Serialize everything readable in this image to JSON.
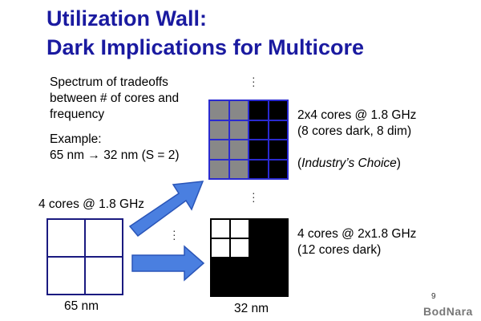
{
  "title": {
    "line1": "Utilization Wall:",
    "line2": "Dark Implications for Multicore"
  },
  "left": {
    "spectrum_lines": [
      "Spectrum of tradeoffs",
      "between # of cores and",
      "frequency"
    ],
    "example_lines": [
      "Example:",
      "65 nm → 32 nm (S = 2)"
    ],
    "baseline_label": "4 cores @ 1.8 GHz",
    "baseline_node": "65 nm"
  },
  "option_top": {
    "lines": [
      "2x4 cores @ 1.8 GHz",
      "(8 cores dark, 8 dim)"
    ],
    "choice_prefix": "(",
    "choice_italic": "Industry’s Choice",
    "choice_suffix": ")"
  },
  "option_bottom": {
    "lines": [
      "4 cores @ 2x1.8 GHz",
      "(12 cores dark)"
    ],
    "node": "32 nm"
  },
  "core_states": {
    "top_grid": [
      "dim",
      "dim",
      "dark",
      "dark",
      "dim",
      "dim",
      "dark",
      "dark",
      "dim",
      "dim",
      "dark",
      "dark",
      "dim",
      "dim",
      "dark",
      "dark"
    ],
    "bottom_grid": [
      "on",
      "on",
      "dark",
      "dark",
      "on",
      "on",
      "dark",
      "dark",
      "dark",
      "dark",
      "dark",
      "dark",
      "dark",
      "dark",
      "dark",
      "dark"
    ]
  },
  "colors": {
    "title": "#1a1aa0",
    "dim": "#888888",
    "dark": "#000000",
    "on": "#ffffff",
    "grid_border": "#2a2ad0",
    "arrow_fill": "#4a7fe0",
    "arrow_stroke": "#2a55b8"
  },
  "page_number": "9",
  "logo": "BodNara"
}
